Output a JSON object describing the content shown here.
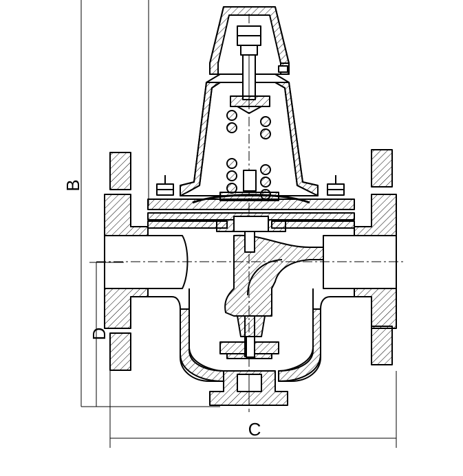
{
  "labels": {
    "b": "B",
    "c": "C",
    "d": "D"
  },
  "colors": {
    "ink": "#000000",
    "paper": "#ffffff"
  }
}
